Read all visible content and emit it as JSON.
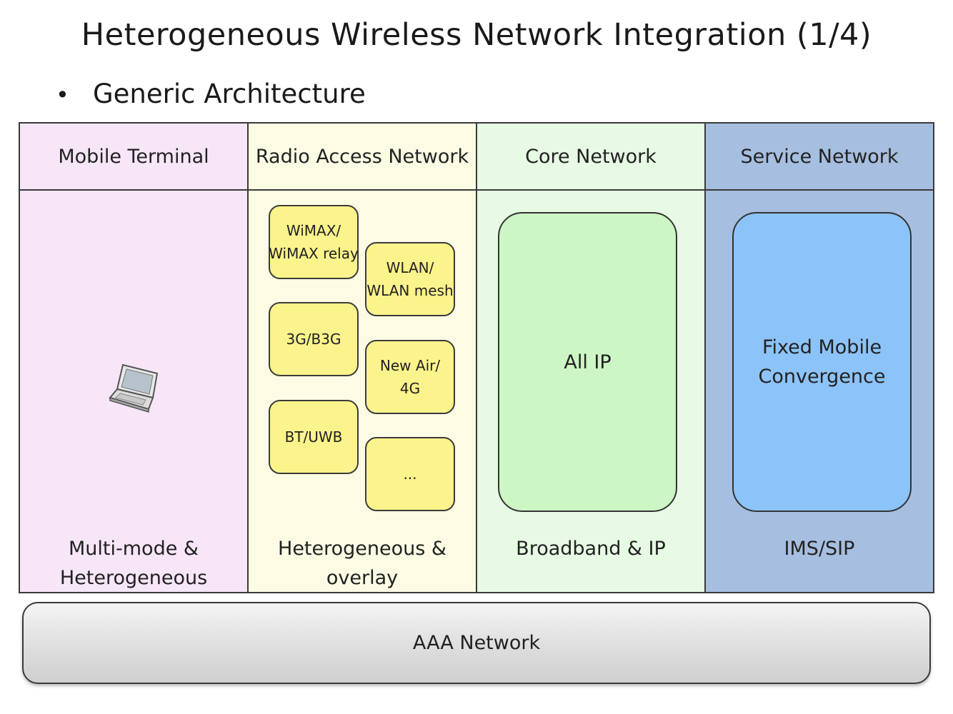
{
  "title": "Heterogeneous Wireless Network Integration (1/4)",
  "bullet": "Generic Architecture",
  "columns": [
    {
      "header": "Mobile Terminal",
      "footer_line1": "Multi-mode &",
      "footer_line2": "Heterogeneous",
      "icon": "laptop-icon"
    },
    {
      "header": "Radio Access Network",
      "footer_line1": "Heterogeneous &",
      "footer_line2": "overlay",
      "boxes": [
        {
          "line1": "WiMAX/",
          "line2": "WiMAX relay"
        },
        {
          "line1": "WLAN/",
          "line2": "WLAN mesh"
        },
        {
          "line1": "3G/B3G",
          "line2": ""
        },
        {
          "line1": "New Air/",
          "line2": "4G"
        },
        {
          "line1": "BT/UWB",
          "line2": ""
        },
        {
          "line1": "...",
          "line2": ""
        }
      ]
    },
    {
      "header": "Core Network",
      "footer_line1": "Broadband & IP",
      "footer_line2": "",
      "box_label": "All IP"
    },
    {
      "header": "Service Network",
      "footer_line1": "IMS/SIP",
      "footer_line2": "",
      "box_line1": "Fixed Mobile",
      "box_line2": "Convergence"
    }
  ],
  "aaa_label": "AAA Network",
  "colors": {
    "mobile_bg": "#f7e6f7",
    "ran_bg": "#fcfbe4",
    "core_bg": "#e7fbe4",
    "service_bg": "#a6bedf",
    "radio_box": "#fbf38b",
    "core_box": "#ccf6c4",
    "service_box": "#8cc3f8"
  }
}
